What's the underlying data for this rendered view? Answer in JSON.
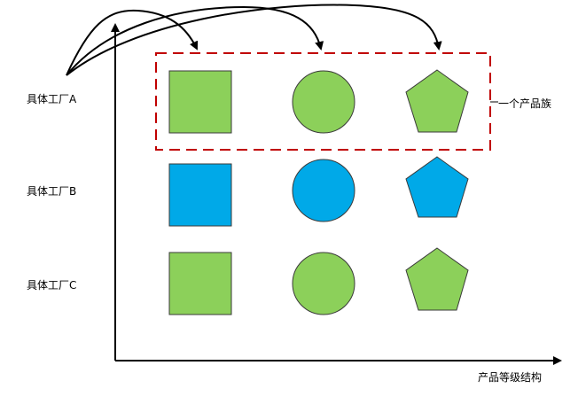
{
  "factories": [
    {
      "label": "具体工厂A",
      "fill": "#8cd05a"
    },
    {
      "label": "具体工厂B",
      "fill": "#00a9e8"
    },
    {
      "label": "具体工厂C",
      "fill": "#8cd05a"
    }
  ],
  "products": [
    "square-icon",
    "circle-icon",
    "pentagon-icon"
  ],
  "family_label": "一个产品族",
  "axis_label": "产品等级结构",
  "colors": {
    "green": "#8cd05a",
    "blue": "#00a9e8",
    "outline": "#3a3a3a",
    "family_border": "#c00000",
    "axis": "#000000"
  }
}
